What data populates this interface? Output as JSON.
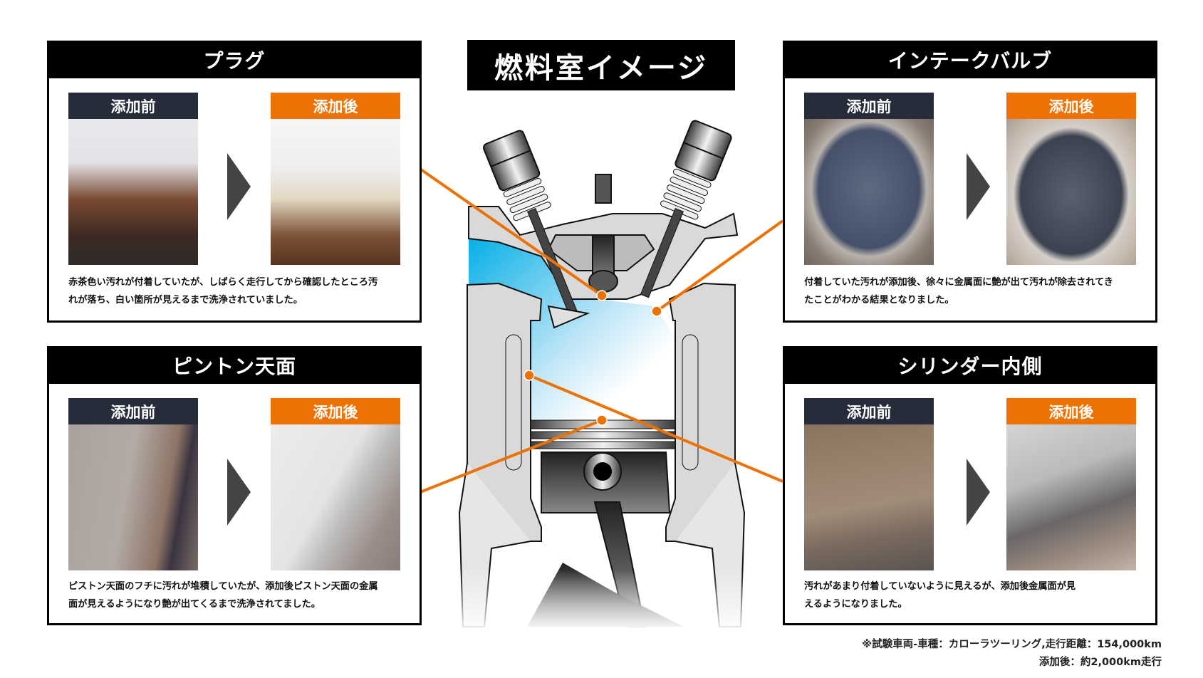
{
  "center": {
    "title": "燃料室イメージ"
  },
  "labels": {
    "before": "添加前",
    "after": "添加後"
  },
  "cards": [
    {
      "id": "plug",
      "title": "プラグ",
      "description": "赤茶色い汚れが付着していたが、しばらく走行してから確認したところ汚れが落ち、白い箇所が見えるまで洗浄されていました。",
      "desc_line1": "赤茶色い汚れが付着していたが、しばらく走行してから確認したところ汚",
      "desc_line2": "れが落ち、白い箇所が見えるまで洗浄されていました。"
    },
    {
      "id": "intake-valve",
      "title": "インテークバルブ",
      "description": "付着していた汚れが添加後、徐々に金属面に艶が出て汚れが除去されてきたことがわかる結果となりました。",
      "desc_line1": "付着していた汚れが添加後、徐々に金属面に艶が出て汚れが除去されてき",
      "desc_line2": "たことがわかる結果となりました。"
    },
    {
      "id": "piston-top",
      "title": "ピントン天面",
      "description": "ピストン天面のフチに汚れが堆積していたが、添加後ピストン天面の金属面が見えるようになり艶が出てくるまで洗浄されてました。",
      "desc_line1": "ピストン天面のフチに汚れが堆積していたが、添加後ピストン天面の金属",
      "desc_line2": "面が見えるようになり艶が出てくるまで洗浄されてました。"
    },
    {
      "id": "cylinder-inner",
      "title": "シリンダー内側",
      "description": "汚れがあまり付着していないように見えるが、添加後金属面が見えるようになりました。",
      "desc_line1": "汚れがあまり付着していないように見えるが、添加後金属面が見",
      "desc_line2": "えるようになりました。"
    }
  ],
  "footnote": {
    "line1": "※試験車両-車種：カローラツーリング,走行距離：154,000km",
    "line2": "添加後：約2,000km走行"
  },
  "colors": {
    "accent": "#ee7203",
    "before_label": "#272c3a",
    "header": "#000000",
    "chamber_blue": "#00aee6"
  }
}
